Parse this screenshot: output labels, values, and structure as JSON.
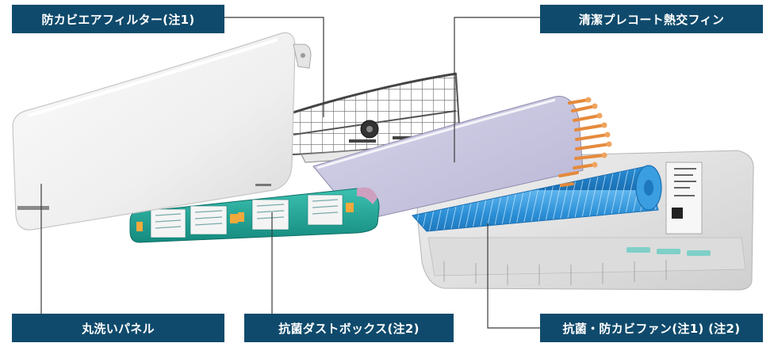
{
  "colors": {
    "label_bg": "#0f4a6c",
    "leader_line": "#3a3a3a",
    "panel": "#f3f3f3",
    "fin_sheet": "#c9c7e0",
    "fin_copper": "#e58a3c",
    "dust_box": "#1fa597",
    "fan_blue": "#2b8fd6",
    "chassis": "#e6e6e6"
  },
  "labels": {
    "filter": "防カビエアフィルター(注1)",
    "fin": "清潔プレコート熱交フィン",
    "panel": "丸洗いパネル",
    "dust_box": "抗菌ダストボックス(注2)",
    "fan": "抗菌・防カビファン(注1) (注2)"
  }
}
